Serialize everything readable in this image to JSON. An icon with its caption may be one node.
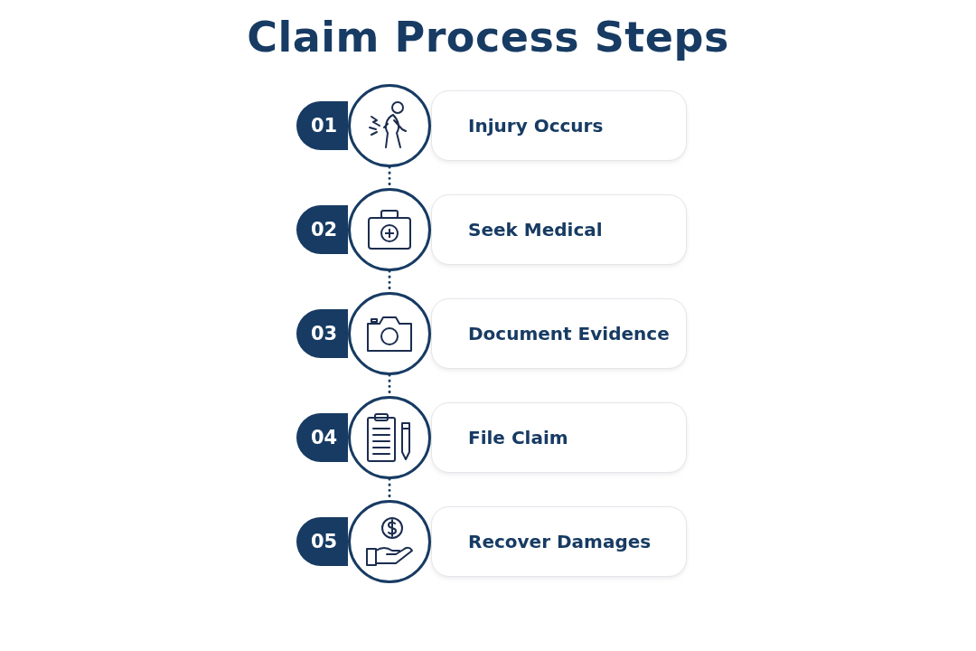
{
  "diagram": {
    "title": "Claim Process Steps",
    "nodes": [
      {
        "text": [
          "01"
        ]
      },
      {
        "text": [],
        "shape": "circle"
      },
      {
        "text": [
          "Injury Occurs"
        ]
      },
      {
        "text": [
          "02"
        ]
      },
      {
        "text": [],
        "shape": "circle"
      },
      {
        "text": [
          "Seek Medical"
        ]
      },
      {
        "text": [
          "03"
        ]
      },
      {
        "text": [],
        "shape": "circle"
      },
      {
        "text": [
          "Document Evidence"
        ]
      },
      {
        "text": [
          "04"
        ]
      },
      {
        "text": [],
        "shape": "circle"
      },
      {
        "text": [
          "File Claim"
        ]
      },
      {
        "text": [
          "05"
        ]
      },
      {
        "text": [],
        "shape": "circle"
      },
      {
        "text": [
          "Recover Damages"
        ]
      }
    ],
    "edges": [
      {
        "from": 1,
        "to": 4,
        "arrow": "none",
        "style": "dashed"
      },
      {
        "from": 4,
        "to": 7,
        "arrow": "none",
        "style": "dashed"
      },
      {
        "from": 7,
        "to": 10,
        "arrow": "none",
        "style": "dashed"
      },
      {
        "from": 10,
        "to": 13,
        "arrow": "none",
        "style": "dashed"
      }
    ]
  }
}
